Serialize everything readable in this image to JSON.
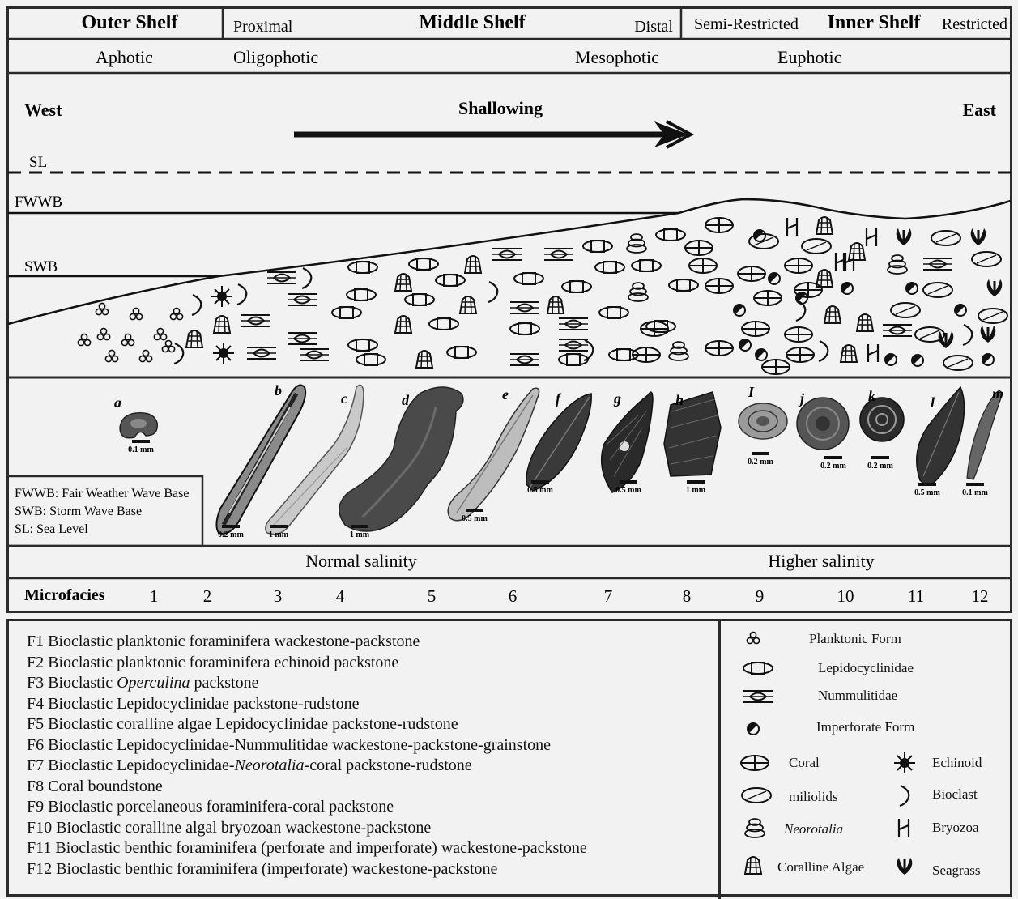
{
  "header": {
    "outer_shelf": "Outer Shelf",
    "proximal": "Proximal",
    "middle_shelf": "Middle Shelf",
    "distal": "Distal",
    "semi_restricted": "Semi-Restricted",
    "inner_shelf": "Inner Shelf",
    "restricted": "Restricted"
  },
  "photic_zones": [
    "Aphotic",
    "Oligophotic",
    "Mesophotic",
    "Euphotic"
  ],
  "profile": {
    "west": "West",
    "east": "East",
    "shallowing": "Shallowing",
    "sl": "SL",
    "fwwb": "FWWB",
    "swb": "SWB"
  },
  "specimens": [
    {
      "letter": "a",
      "scale": "0.1 mm"
    },
    {
      "letter": "b",
      "scale": "0.2 mm"
    },
    {
      "letter": "c",
      "scale": "1 mm"
    },
    {
      "letter": "d",
      "scale": "1 mm"
    },
    {
      "letter": "e",
      "scale": "0.5 mm"
    },
    {
      "letter": "f",
      "scale": "0.5 mm"
    },
    {
      "letter": "g",
      "scale": "0.5 mm"
    },
    {
      "letter": "h",
      "scale": "1 mm"
    },
    {
      "letter": "I",
      "scale": "0.2 mm"
    },
    {
      "letter": "j",
      "scale": "0.2 mm"
    },
    {
      "letter": "k",
      "scale": "0.2 mm"
    },
    {
      "letter": "l",
      "scale": "0.5 mm"
    },
    {
      "letter": "m",
      "scale": "0.1 mm"
    }
  ],
  "abbreviations": [
    "FWWB: Fair Weather Wave Base",
    "SWB: Storm Wave Base",
    "SL: Sea Level"
  ],
  "salinity": {
    "normal": "Normal salinity",
    "higher": "Higher salinity"
  },
  "microfacies": {
    "label": "Microfacies",
    "numbers": [
      "1",
      "2",
      "3",
      "4",
      "5",
      "6",
      "7",
      "8",
      "9",
      "10",
      "11",
      "12"
    ]
  },
  "facies_list": [
    {
      "pre": "F1 Bioclastic planktonic foraminifera wackestone-packstone",
      "em": "",
      "post": ""
    },
    {
      "pre": "F2 Bioclastic planktonic foraminifera echinoid packstone",
      "em": "",
      "post": ""
    },
    {
      "pre": "F3 Bioclastic ",
      "em": "Operculina",
      "post": " packstone"
    },
    {
      "pre": "F4 Bioclastic Lepidocyclinidae packstone-rudstone",
      "em": "",
      "post": ""
    },
    {
      "pre": "F5 Bioclastic coralline algae Lepidocyclinidae packstone-rudstone",
      "em": "",
      "post": ""
    },
    {
      "pre": "F6 Bioclastic Lepidocyclinidae-Nummulitidae wackestone-packstone-grainstone",
      "em": "",
      "post": ""
    },
    {
      "pre": "F7 Bioclastic Lepidocyclinidae-",
      "em": "Neorotalia",
      "post": "-coral packstone-rudstone"
    },
    {
      "pre": "F8 Coral boundstone",
      "em": "",
      "post": ""
    },
    {
      "pre": "F9 Bioclastic porcelaneous foraminifera-coral packstone",
      "em": "",
      "post": ""
    },
    {
      "pre": "F10 Bioclastic coralline algal bryozoan wackestone-packstone",
      "em": "",
      "post": ""
    },
    {
      "pre": "F11 Bioclastic benthic foraminifera (perforate and imperforate) wackestone-packstone",
      "em": "",
      "post": ""
    },
    {
      "pre": "F12 Bioclastic benthic foraminifera (imperforate) wackestone-packstone",
      "em": "",
      "post": ""
    }
  ],
  "legend": {
    "planktonic": "Planktonic Form",
    "lepido": "Lepidocyclinidae",
    "nummulitidae": "Nummulitidae",
    "imperforate": "Imperforate Form",
    "coral": "Coral",
    "echinoid": "Echinoid",
    "miliolids": "miliolids",
    "bioclast": "Bioclast",
    "neorotalia": "Neorotalia",
    "bryozoa": "Bryozoa",
    "coralline": "Coralline Algae",
    "seagrass": "Seagrass"
  },
  "icon_names": [
    "planktonic-icon",
    "lepidocyclinidae-icon",
    "nummulitidae-icon",
    "imperforate-icon",
    "coral-icon",
    "miliolid-icon",
    "neorotalia-icon",
    "coralline-algae-icon",
    "echinoid-icon",
    "bioclast-icon",
    "bryozoa-icon",
    "seagrass-icon"
  ]
}
